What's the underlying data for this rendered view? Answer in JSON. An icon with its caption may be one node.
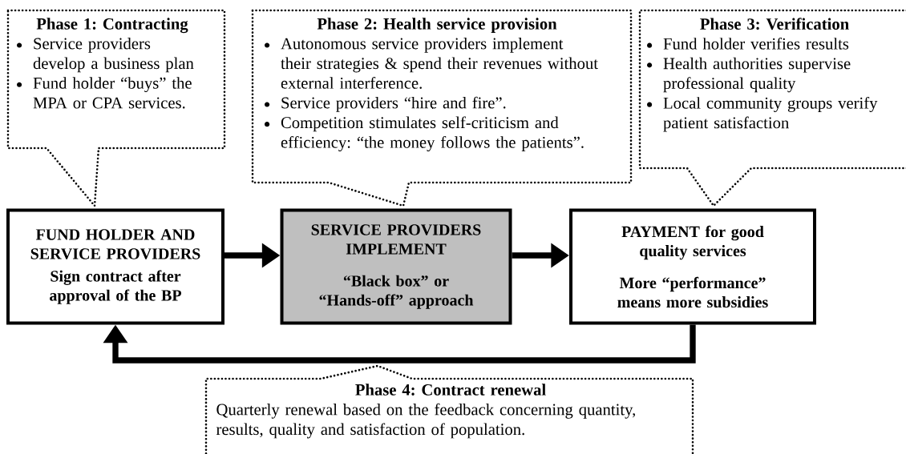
{
  "diagram": {
    "nodes": [
      {
        "text": [
          "Phase 1: Contracting",
          "Service providers develop a business plan",
          "Fund holder “buys” the MPA or CPA services."
        ]
      },
      {
        "text": [
          "Phase 2: Health service provision",
          "Autonomous service providers implement their strategies & spend their revenues without external interference.",
          "Service providers “hire and fire”.",
          "Competition stimulates self-criticism and efficiency: “the money follows the patients”."
        ]
      },
      {
        "text": [
          "Phase 3: Verification",
          "Fund holder verifies results",
          "Health authorities supervise professional quality",
          "Local community groups verify patient satisfaction"
        ]
      },
      {
        "text": [
          "FUND HOLDER AND SERVICE PROVIDERS",
          "Sign contract after approval of the BP"
        ]
      },
      {
        "text": [
          "SERVICE PROVIDERS IMPLEMENT",
          "“Black box” or “Hands-off” approach"
        ]
      },
      {
        "text": [
          "PAYMENT for good quality services",
          "More “performance” means more subsidies"
        ]
      },
      {
        "text": [
          "Phase 4: Contract renewal",
          "Quarterly renewal based on the feedback concerning quantity, results, quality and satisfaction of population."
        ]
      }
    ],
    "edges": [
      {
        "from": 3,
        "to": 4,
        "arrow": "to"
      },
      {
        "from": 4,
        "to": 5,
        "arrow": "to"
      },
      {
        "from": 5,
        "to": 3,
        "arrow": "to"
      }
    ]
  }
}
